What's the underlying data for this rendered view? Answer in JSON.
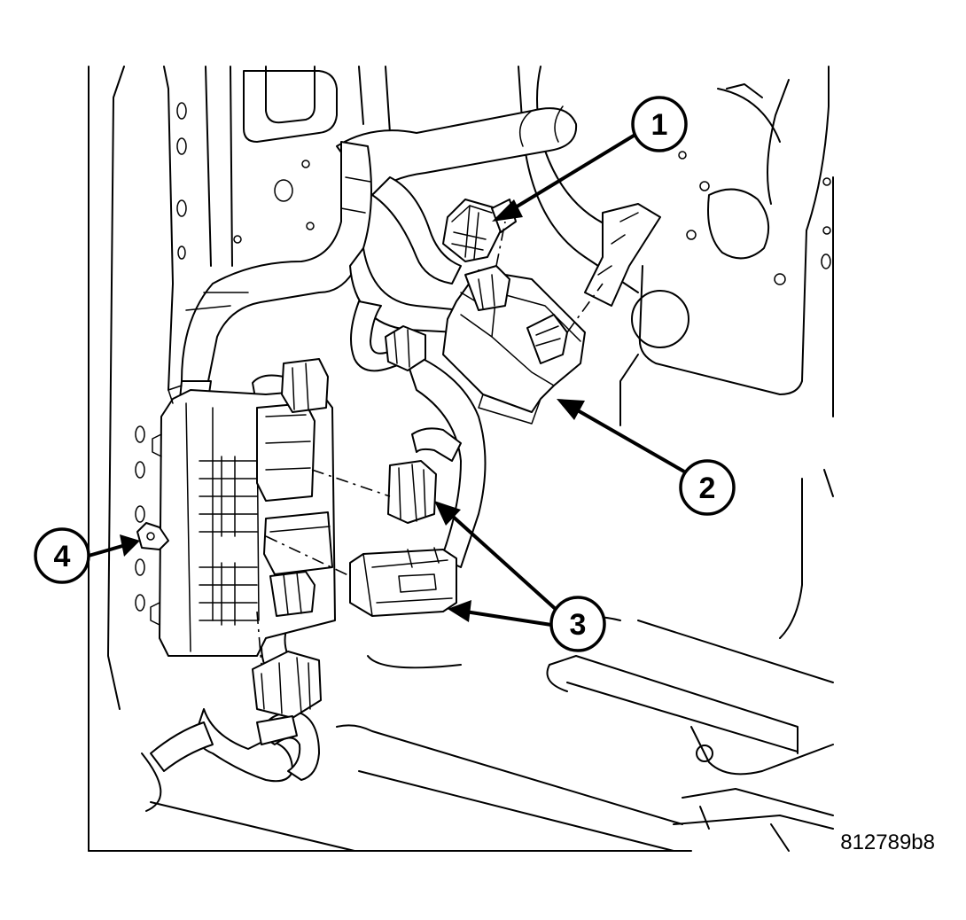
{
  "callouts": [
    {
      "label": "1"
    },
    {
      "label": "2"
    },
    {
      "label": "3"
    },
    {
      "label": "4"
    }
  ],
  "figure_id": "812789b8",
  "colors": {
    "line": "#000000",
    "background": "#ffffff"
  }
}
